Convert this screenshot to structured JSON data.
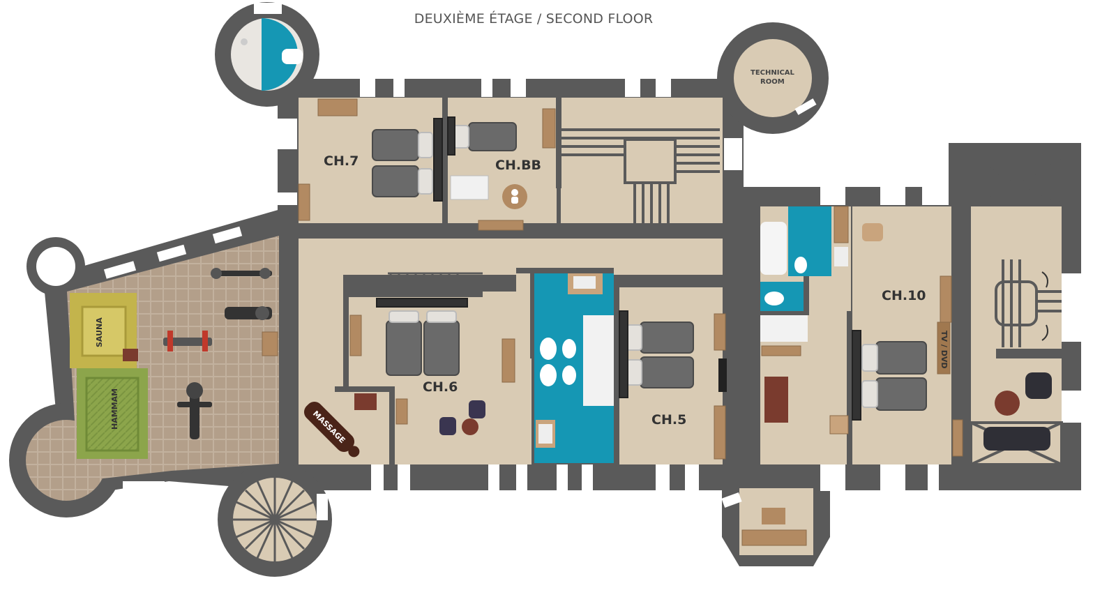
{
  "title": "DEUXIÈME ÉTAGE / SECOND FLOOR",
  "rooms": {
    "ch7": "CH.7",
    "chbb": "CH.BB",
    "ch6": "CH.6",
    "ch5": "CH.5",
    "ch10": "CH.10",
    "technical_line1": "TECHNICAL",
    "technical_line2": "ROOM"
  },
  "fixtures": {
    "sauna": "SAUNA",
    "hammam": "HAMMAM",
    "massage": "MASSAGE",
    "tv": "TV / DVD"
  },
  "colors": {
    "wall": "#5a5a5a",
    "floor": "#d9cbb4",
    "bathroom": "#1597b4",
    "tile": "#b8a693",
    "sauna": "#c3b44c",
    "hammam": "#8ca54b"
  }
}
